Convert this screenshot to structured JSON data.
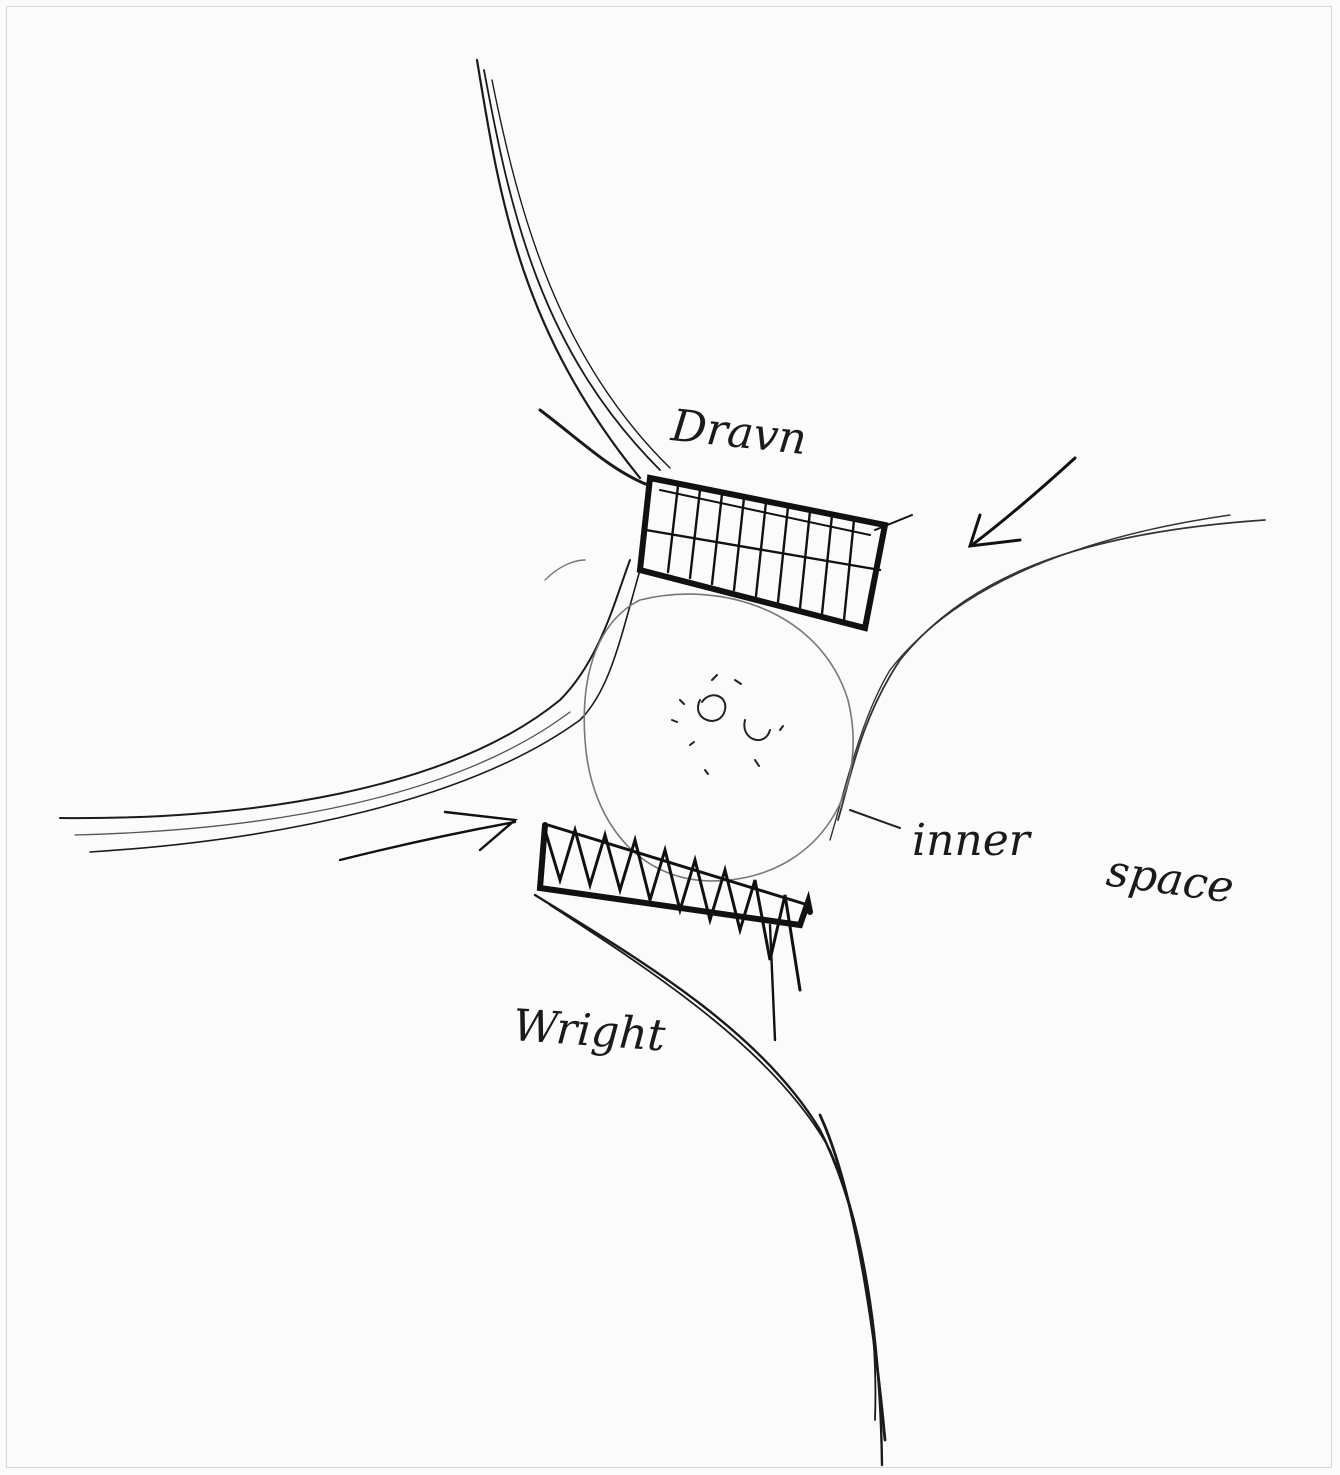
{
  "sketch": {
    "labels": {
      "top": "Dravn",
      "middle_word_1": "inner",
      "middle_word_2": "space",
      "bottom": "Wright"
    },
    "colors": {
      "paper": "#fbfbfb",
      "ink": "#1a1a1a",
      "pencil": "#6a6a6a"
    }
  }
}
